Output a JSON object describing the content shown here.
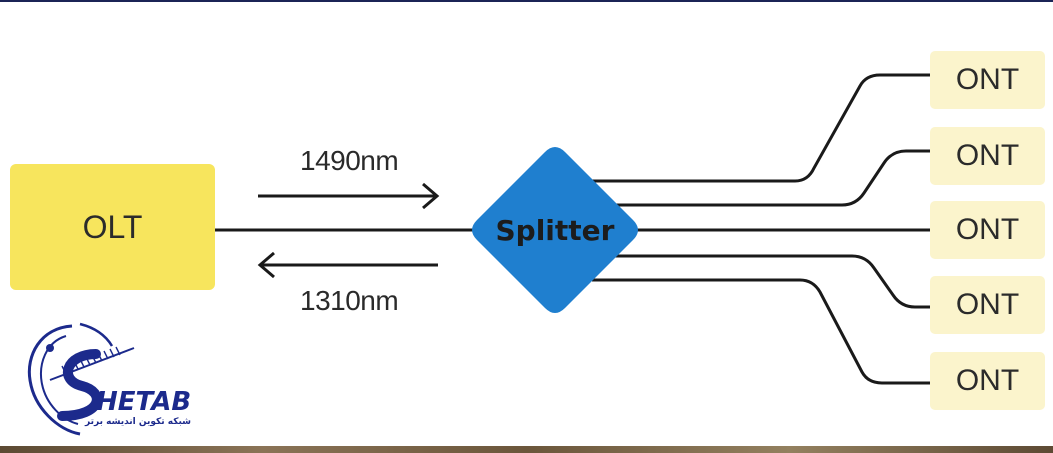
{
  "olt": {
    "label": "OLT"
  },
  "splitter": {
    "label": "Splitter"
  },
  "downstream": {
    "label": "1490nm"
  },
  "upstream": {
    "label": "1310nm"
  },
  "onts": [
    {
      "label": "ONT"
    },
    {
      "label": "ONT"
    },
    {
      "label": "ONT"
    },
    {
      "label": "ONT"
    },
    {
      "label": "ONT"
    }
  ],
  "logo": {
    "name": "SHETAB",
    "tagline": "شبکه تکوین اندیشه برتر"
  },
  "colors": {
    "olt_fill": "#f7e55d",
    "ont_fill": "#fbf4cc",
    "splitter_fill": "#1f7fcf",
    "line": "#1a1a1a",
    "logo_blue": "#1c2a8c"
  }
}
